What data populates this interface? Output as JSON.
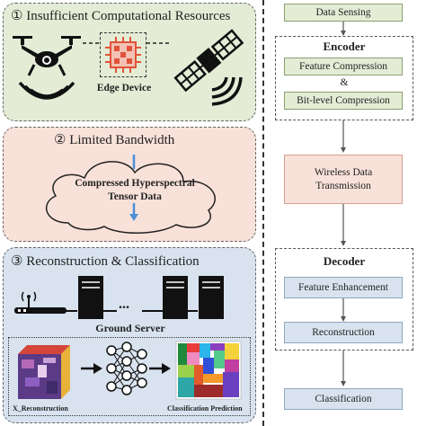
{
  "panels": {
    "p1_title": "① Insufficient Computational Resources",
    "p1_edge_label": "Edge Device",
    "p2_title": "② Limited Bandwidth",
    "p2_cloud_text_line1": "Compressed Hyperspectral",
    "p2_cloud_text_line2": "Tensor Data",
    "p3_title": "③ Reconstruction & Classification",
    "p3_server_label": "Ground Server",
    "p3_dots": "...",
    "p3_recon_label": "X_Reconstruction",
    "p3_pred_label": "Classification Prediction"
  },
  "flow": {
    "data_sensing": "Data Sensing",
    "encoder_title": "Encoder",
    "feature_compression": "Feature Compression",
    "amp": "&",
    "bit_compression": "Bit-level Compression",
    "wireless_line1": "Wireless Data",
    "wireless_line2": "Transmission",
    "decoder_title": "Decoder",
    "feature_enhancement": "Feature Enhancement",
    "reconstruction": "Reconstruction",
    "classification": "Classification"
  },
  "colors": {
    "green_panel": "#e4ecd6",
    "peach_panel": "#f8e1d9",
    "blue_panel": "#d8e3ef",
    "arrow_blue": "#4a90d9",
    "chip_red": "#e0533a"
  },
  "icons": [
    "drone-icon",
    "satellite-icon",
    "chip-icon",
    "cloud-icon",
    "server-icon",
    "antenna-icon",
    "neural-network-icon",
    "hyperspectral-cube-icon",
    "classification-map-icon"
  ]
}
